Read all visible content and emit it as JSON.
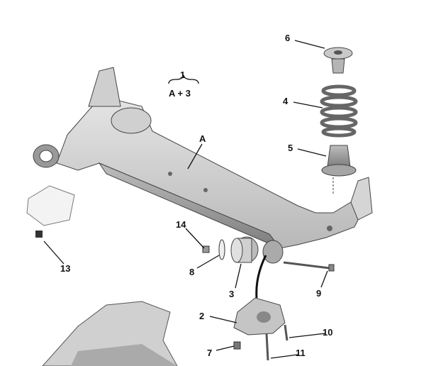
{
  "diagram": {
    "type": "exploded-parts-view",
    "assembly_label": {
      "number": "1",
      "composition": "A + 3"
    },
    "callouts": [
      "A",
      "2",
      "3",
      "4",
      "5",
      "6",
      "7",
      "8",
      "9",
      "10",
      "11",
      "13",
      "14"
    ],
    "labels": {
      "l1": "1",
      "lA3": "A + 3",
      "lA": "A",
      "l2": "2",
      "l3": "3",
      "l4": "4",
      "l5": "5",
      "l6": "6",
      "l7": "7",
      "l8": "8",
      "l9": "9",
      "l10": "10",
      "l11": "11",
      "l13": "13",
      "l14": "14"
    }
  }
}
